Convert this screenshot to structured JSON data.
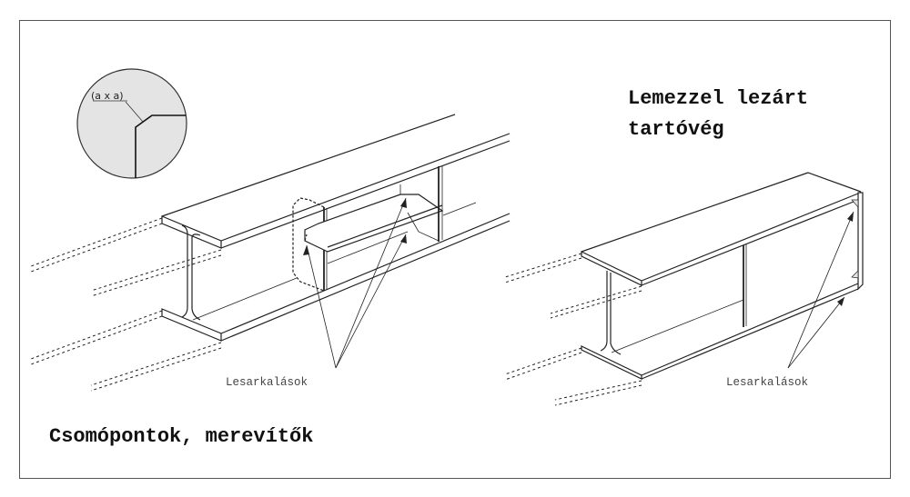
{
  "title_right": [
    "Lemezzel lezárt",
    "tartóvég"
  ],
  "title_left": "Csomópontok, merevítők",
  "label_left": "Lesarkalások",
  "label_right": "Lesarkalások",
  "detail_label": "(a x a)"
}
